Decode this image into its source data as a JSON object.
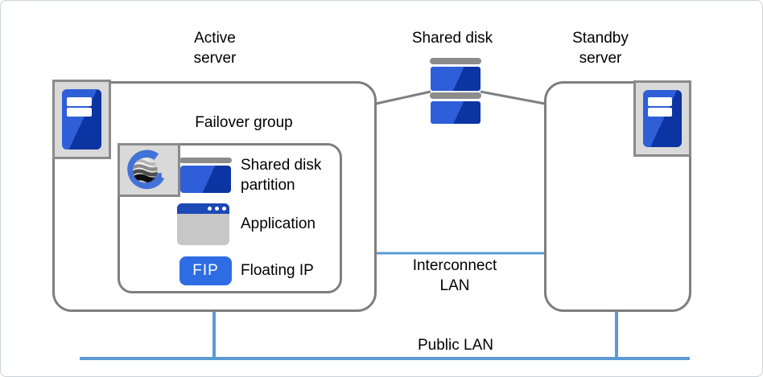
{
  "diagram": {
    "labels": {
      "active_server": "Active\nserver",
      "shared_disk": "Shared disk",
      "standby_server": "Standby\nserver",
      "failover_group": "Failover group",
      "shared_disk_partition": "Shared disk\npartition",
      "application": "Application",
      "fip_badge": "FIP",
      "floating_ip": "Floating IP",
      "interconnect_lan": "Interconnect\nLAN",
      "public_lan": "Public LAN"
    },
    "icons": {
      "active_server_icon": "server-tower-icon",
      "standby_server_icon": "server-tower-icon",
      "shared_disk_icon": "disk-array-icon",
      "failover_group_logo": "cluster-logo-icon",
      "partition_icon": "disk-partition-icon",
      "application_icon": "app-window-icon",
      "floating_ip_icon": "fip-badge"
    },
    "colors": {
      "box_border": "#7f7f7f",
      "lan_blue": "#5b9bd5",
      "icon_panel_bg": "#d9d9d9",
      "server_blue_light": "#2e5fd9",
      "server_blue_dark": "#0c34a2",
      "disk_cap_gray": "#8c8c8c",
      "app_body_gray": "#c7c7c7",
      "app_titlebar_blue": "#1b49b5",
      "fip_blue": "#2e6ce3",
      "logo_blue": "#4272d8",
      "text": "#000000"
    }
  }
}
